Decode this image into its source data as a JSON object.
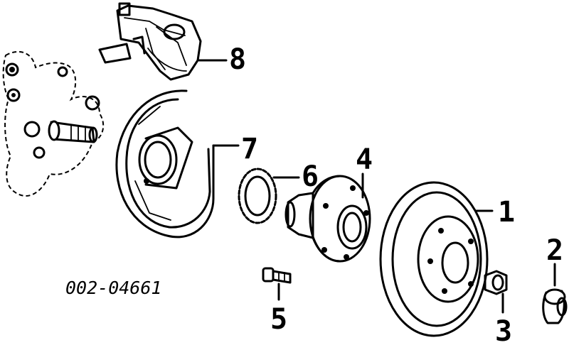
{
  "diagram": {
    "part_code": "002-04661",
    "callouts": [
      {
        "id": "1",
        "label": "1"
      },
      {
        "id": "2",
        "label": "2"
      },
      {
        "id": "3",
        "label": "3"
      },
      {
        "id": "4",
        "label": "4"
      },
      {
        "id": "5",
        "label": "5"
      },
      {
        "id": "6",
        "label": "6"
      },
      {
        "id": "7",
        "label": "7"
      },
      {
        "id": "8",
        "label": "8"
      }
    ]
  }
}
